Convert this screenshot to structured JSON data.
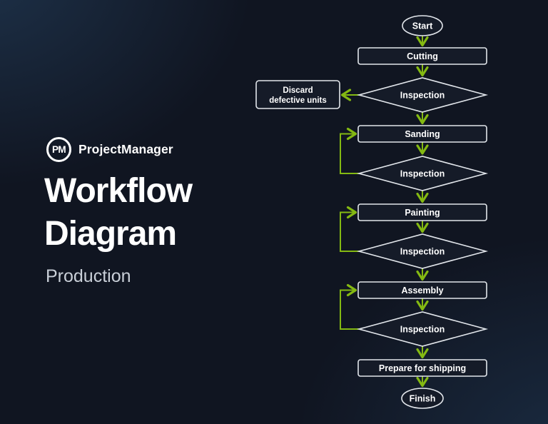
{
  "brand": {
    "logo_monogram": "PM",
    "name": "ProjectManager"
  },
  "title": {
    "line1": "Workflow",
    "line2": "Diagram",
    "subtitle": "Production"
  },
  "flowchart": {
    "nodes": {
      "start": {
        "type": "terminator",
        "label": "Start"
      },
      "cutting": {
        "type": "process",
        "label": "Cutting"
      },
      "inspection1": {
        "type": "decision",
        "label": "Inspection"
      },
      "discard": {
        "type": "process",
        "label_line1": "Discard",
        "label_line2": "defective units"
      },
      "sanding": {
        "type": "process",
        "label": "Sanding"
      },
      "inspection2": {
        "type": "decision",
        "label": "Inspection"
      },
      "painting": {
        "type": "process",
        "label": "Painting"
      },
      "inspection3": {
        "type": "decision",
        "label": "Inspection"
      },
      "assembly": {
        "type": "process",
        "label": "Assembly"
      },
      "inspection4": {
        "type": "decision",
        "label": "Inspection"
      },
      "shipping": {
        "type": "process",
        "label": "Prepare for shipping"
      },
      "finish": {
        "type": "terminator",
        "label": "Finish"
      }
    },
    "edges": [
      {
        "from": "start",
        "to": "cutting"
      },
      {
        "from": "cutting",
        "to": "inspection1"
      },
      {
        "from": "inspection1",
        "to": "discard"
      },
      {
        "from": "inspection1",
        "to": "sanding"
      },
      {
        "from": "sanding",
        "to": "inspection2"
      },
      {
        "from": "inspection2",
        "to": "sanding"
      },
      {
        "from": "inspection2",
        "to": "painting"
      },
      {
        "from": "painting",
        "to": "inspection3"
      },
      {
        "from": "inspection3",
        "to": "painting"
      },
      {
        "from": "inspection3",
        "to": "assembly"
      },
      {
        "from": "assembly",
        "to": "inspection4"
      },
      {
        "from": "inspection4",
        "to": "assembly"
      },
      {
        "from": "inspection4",
        "to": "shipping"
      },
      {
        "from": "shipping",
        "to": "finish"
      }
    ]
  },
  "colors": {
    "background": "#101521",
    "background_glow_topleft": "#305880",
    "background_glow_bottomright": "#2a4e74",
    "node_fill": "#151b28",
    "node_border": "#e2e6eb",
    "connector_green": "#84b912",
    "heading_text": "#ffffff",
    "subtitle_text": "#c9cfd8"
  }
}
